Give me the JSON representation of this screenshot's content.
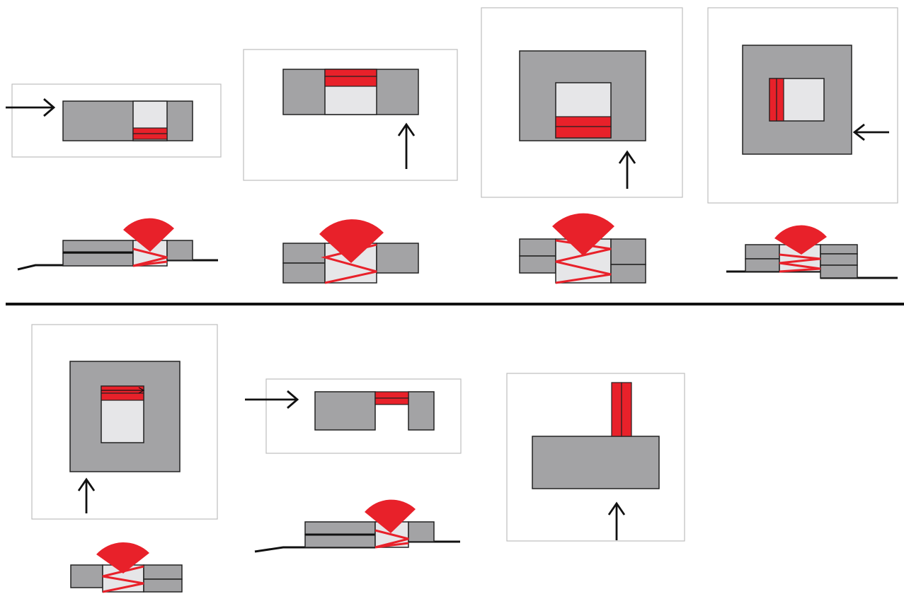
{
  "figure": {
    "sections": [
      "top-row",
      "bottom-row"
    ],
    "panel_count": 7,
    "colors": {
      "material_gray": "#a3a3a5",
      "opening_light": "#e6e6e8",
      "element_red": "#e8212a",
      "frame_border": "#bdbdbd",
      "ink": "#111111"
    },
    "icons": [
      "arrow-right-icon",
      "arrow-up-icon",
      "arrow-left-icon",
      "swing-wedge-icon",
      "zigzag-spring-icon"
    ]
  }
}
